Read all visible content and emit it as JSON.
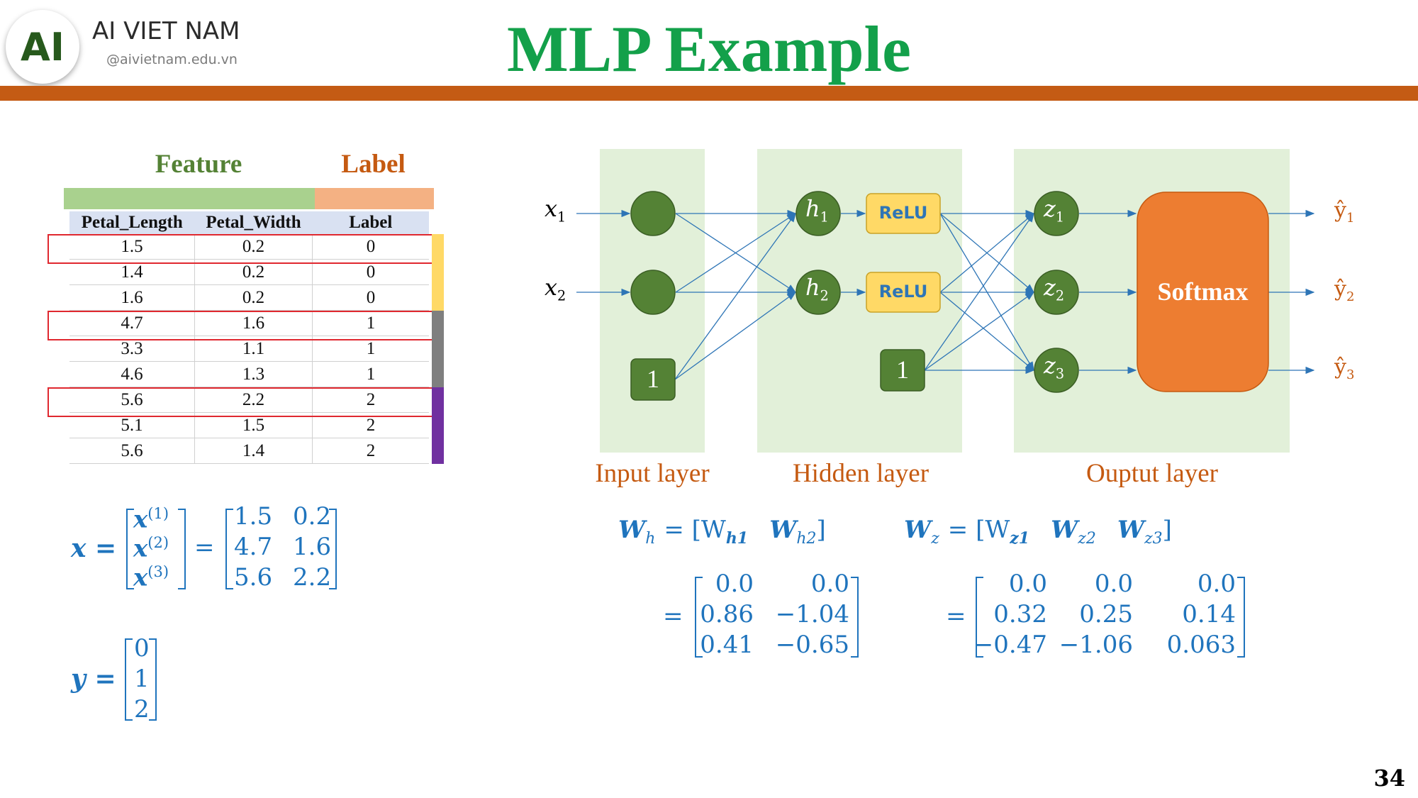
{
  "header": {
    "logo_text": "AI",
    "brand_name": "AI VIET NAM",
    "brand_handle": "@aivietnam.edu.vn",
    "title": "MLP Example",
    "page_number": "34"
  },
  "table": {
    "feature_header": "Feature",
    "label_header": "Label",
    "columns": [
      "Petal_Length",
      "Petal_Width",
      "Label"
    ],
    "rows": [
      [
        "1.5",
        "0.2",
        "0"
      ],
      [
        "1.4",
        "0.2",
        "0"
      ],
      [
        "1.6",
        "0.2",
        "0"
      ],
      [
        "4.7",
        "1.6",
        "1"
      ],
      [
        "3.3",
        "1.1",
        "1"
      ],
      [
        "4.6",
        "1.3",
        "1"
      ],
      [
        "5.6",
        "2.2",
        "2"
      ],
      [
        "5.1",
        "1.5",
        "2"
      ],
      [
        "5.6",
        "1.4",
        "2"
      ]
    ],
    "highlighted_rows": [
      0,
      3,
      6
    ],
    "class_colors": [
      "#ffd966",
      "#7f7f7f",
      "#7030a0"
    ]
  },
  "math": {
    "x_label": "x =",
    "x_entries": [
      "x",
      "x",
      "x"
    ],
    "x_superscripts": [
      "(1)",
      "(2)",
      "(3)"
    ],
    "equals": "=",
    "x_matrix": [
      [
        "1.5",
        "0.2"
      ],
      [
        "4.7",
        "1.6"
      ],
      [
        "5.6",
        "2.2"
      ]
    ],
    "y_label": "y =",
    "y_vector": [
      "0",
      "1",
      "2"
    ],
    "wh_def": "W",
    "wh_sub": "h",
    "wh_rhs": "= [W",
    "wh_rhs_sub1": "h1",
    "wh_rhs_mid": "W",
    "wh_rhs_sub2": "h2",
    "wh_close": "]",
    "wh_matrix": [
      [
        "0.0",
        "0.0"
      ],
      [
        "0.86",
        "−1.04"
      ],
      [
        "0.41",
        "−0.65"
      ]
    ],
    "wz_def": "W",
    "wz_sub": "z",
    "wz_rhs": "= [W",
    "wz_rhs_sub1": "z1",
    "wz_rhs_mid": "W",
    "wz_rhs_sub2": "z2",
    "wz_rhs_mid2": "W",
    "wz_rhs_sub3": "z3",
    "wz_close": "]",
    "wz_matrix": [
      [
        "0.0",
        "0.0",
        "0.0"
      ],
      [
        "0.32",
        "0.25",
        "0.14"
      ],
      [
        "−0.47",
        "−1.06",
        "0.063"
      ]
    ]
  },
  "diagram": {
    "inputs": [
      {
        "var": "x",
        "sub": "1"
      },
      {
        "var": "x",
        "sub": "2"
      }
    ],
    "bias_label": "1",
    "hidden_nodes": [
      {
        "var": "h",
        "sub": "1"
      },
      {
        "var": "h",
        "sub": "2"
      }
    ],
    "activation": "ReLU",
    "output_nodes": [
      {
        "var": "z",
        "sub": "1"
      },
      {
        "var": "z",
        "sub": "2"
      },
      {
        "var": "z",
        "sub": "3"
      }
    ],
    "softmax_label": "Softmax",
    "outputs": [
      {
        "var": "ŷ",
        "sub": "1"
      },
      {
        "var": "ŷ",
        "sub": "2"
      },
      {
        "var": "ŷ",
        "sub": "3"
      }
    ],
    "layer_labels": [
      "Input layer",
      "Hidden layer",
      "Ouptut layer"
    ],
    "colors": {
      "layer_bg": "#e2f0d9",
      "node": "#548235",
      "node_border": "#3b5e25",
      "relu_fill": "#ffd966",
      "relu_border": "#c9a227",
      "relu_text": "#2e75b6",
      "softmax": "#ed7d31",
      "edge": "#2e75b6",
      "output_text": "#c55a11"
    }
  }
}
